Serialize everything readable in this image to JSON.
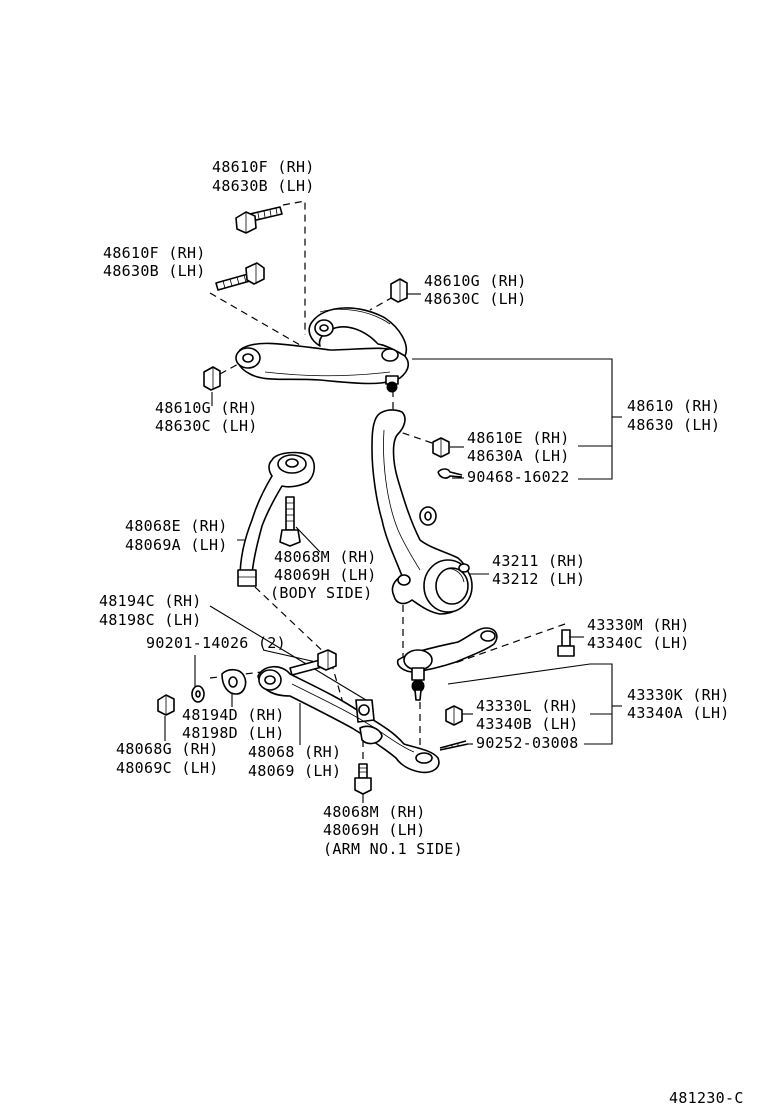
{
  "labels": {
    "upper_bolt_top": [
      "48610F (RH)",
      "48630B (LH)"
    ],
    "upper_bolt_left": [
      "48610F (RH)",
      "48630B (LH)"
    ],
    "upper_bush_right": [
      "48610G (RH)",
      "48630C (LH)"
    ],
    "upper_bush_left": [
      "48610G (RH)",
      "48630C (LH)"
    ],
    "upper_arm_assy": [
      "48610 (RH)",
      "48630 (LH)"
    ],
    "upper_nut": [
      "48610E (RH)",
      "48630A (LH)"
    ],
    "upper_pin": "90468-16022",
    "strut_rod": [
      "48068E (RH)",
      "48069A (LH)"
    ],
    "strut_bolt": [
      "48068M (RH)",
      "48069H (LH)",
      "(BODY SIDE)"
    ],
    "knuckle": [
      "43211 (RH)",
      "43212 (LH)"
    ],
    "bush_cushion": [
      "48194C (RH)",
      "48198C (LH)"
    ],
    "bolt_pair": "90201-14026 (2)",
    "ball_joint_nut": [
      "43330M (RH)",
      "43340C (LH)"
    ],
    "ball_joint_assy": [
      "43330K (RH)",
      "43340A (LH)"
    ],
    "ball_joint_castle": [
      "43330L (RH)",
      "43340B (LH)"
    ],
    "ball_joint_pin": "90252-03008",
    "bush_retainer": [
      "48194D (RH)",
      "48198D (LH)"
    ],
    "lower_nut": [
      "48068G (RH)",
      "48069C (LH)"
    ],
    "lower_arm": [
      "48068 (RH)",
      "48069 (LH)"
    ],
    "lower_bolt": [
      "48068M (RH)",
      "48069H (LH)",
      "(ARM NO.1 SIDE)"
    ],
    "figure_code": "481230-C"
  }
}
